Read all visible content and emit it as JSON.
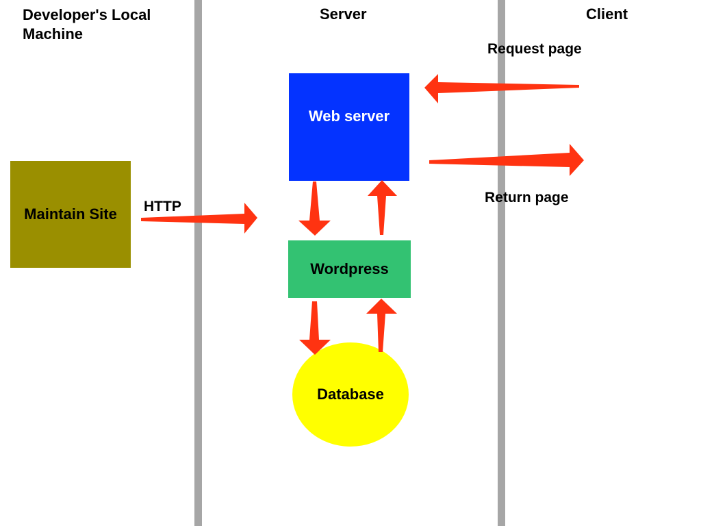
{
  "lanes": {
    "developer": "Developer's Local Machine",
    "server": "Server",
    "client": "Client"
  },
  "nodes": {
    "maintain_site": "Maintain Site",
    "web_server": "Web server",
    "wordpress": "Wordpress",
    "database": "Database"
  },
  "edges": {
    "http": "HTTP",
    "request_page": "Request page",
    "return_page": "Return page"
  },
  "colors": {
    "maintain_site": "#9a8f00",
    "web_server": "#0433ff",
    "wordpress": "#33c272",
    "database": "#ffff00",
    "arrow": "#ff3311",
    "divider": "#a6a6a6"
  }
}
